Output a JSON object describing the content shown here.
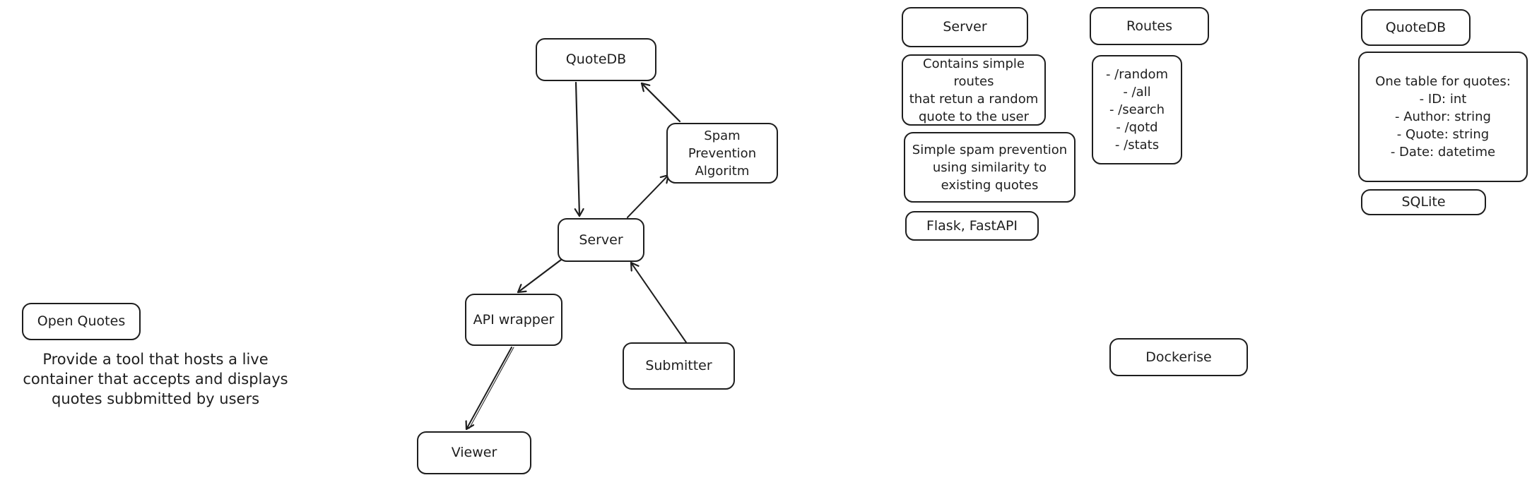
{
  "diagram": {
    "project": {
      "title": "Open Quotes",
      "description": "Provide a tool that hosts a live\ncontainer that accepts and displays\nquotes subbmitted by users"
    },
    "flow": {
      "quotedb": "QuoteDB",
      "spam": "Spam\nPrevention\nAlgoritm",
      "server": "Server",
      "api_wrapper": "API wrapper",
      "submitter": "Submitter",
      "viewer": "Viewer"
    },
    "server_notes": {
      "title": "Server",
      "routes_desc": "Contains simple routes\nthat retun a random\nquote to the user",
      "spam_desc": "Simple spam prevention\nusing similarity to\nexisting quotes",
      "frameworks": "Flask, FastAPI"
    },
    "routes_notes": {
      "title": "Routes",
      "list": "- /random\n- /all\n- /search\n- /qotd\n- /stats"
    },
    "db_notes": {
      "title": "QuoteDB",
      "schema": "One table for quotes:\n- ID: int\n- Author: string\n- Quote: string\n- Date: datetime",
      "engine": "SQLite"
    },
    "deploy": {
      "label": "Dockerise"
    },
    "colors": {
      "stroke": "#1e1e1e",
      "background": "#ffffff"
    }
  }
}
